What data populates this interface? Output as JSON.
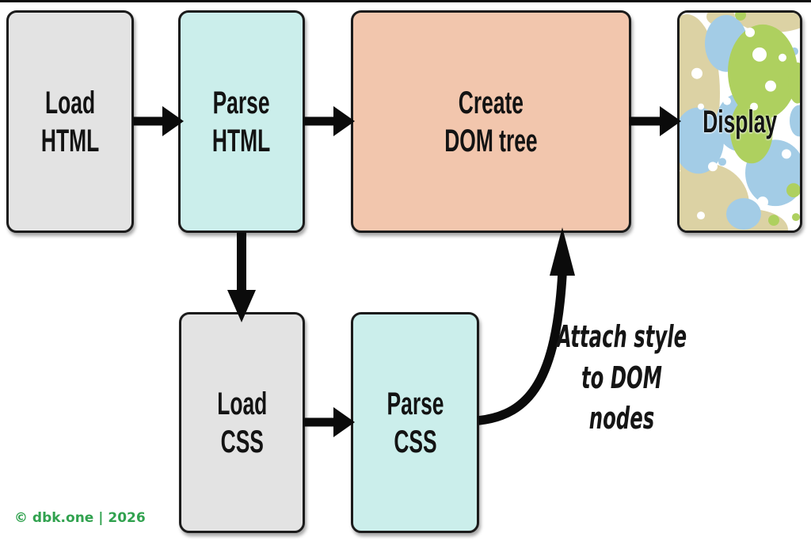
{
  "diagram": {
    "boxes": {
      "load_html": {
        "label": "Load\nHTML",
        "fill": "#e3e3e3"
      },
      "parse_html": {
        "label": "Parse\nHTML",
        "fill": "#cbeeeb"
      },
      "create_dom": {
        "label": "Create\nDOM tree",
        "fill": "#f2c6ad"
      },
      "display": {
        "label": "Display"
      },
      "load_css": {
        "label": "Load\nCSS",
        "fill": "#e3e3e3"
      },
      "parse_css": {
        "label": "Parse\nCSS",
        "fill": "#cbeeeb"
      }
    },
    "annotation": "Attach style\nto DOM nodes",
    "footer": "© dbk.one | 2026",
    "colors": {
      "border": "#1b1b1b",
      "arrow": "#0b0b0b",
      "footer_green": "#31a24f",
      "pattern_blue": "#a3cce6",
      "pattern_green": "#aed05f",
      "pattern_tan": "#dcd2a4"
    }
  }
}
